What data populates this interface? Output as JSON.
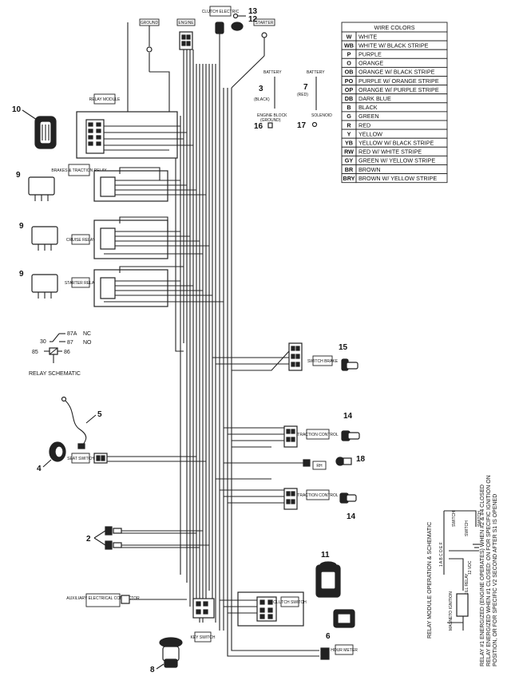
{
  "wire_colors": {
    "title": "WIRE COLORS",
    "rows": [
      {
        "code": "W",
        "name": "WHITE"
      },
      {
        "code": "WB",
        "name": "WHITE W/ BLACK STRIPE"
      },
      {
        "code": "P",
        "name": "PURPLE"
      },
      {
        "code": "O",
        "name": "ORANGE"
      },
      {
        "code": "OB",
        "name": "ORANGE W/ BLACK STRIPE"
      },
      {
        "code": "PO",
        "name": "PURPLE W/ ORANGE STRIPE"
      },
      {
        "code": "OP",
        "name": "ORANGE W/ PURPLE STRIPE"
      },
      {
        "code": "DB",
        "name": "DARK BLUE"
      },
      {
        "code": "B",
        "name": "BLACK"
      },
      {
        "code": "G",
        "name": "GREEN"
      },
      {
        "code": "R",
        "name": "RED"
      },
      {
        "code": "Y",
        "name": "YELLOW"
      },
      {
        "code": "YB",
        "name": "YELLOW W/ BLACK STRIPE"
      },
      {
        "code": "RW",
        "name": "RED W/ WHITE STRIPE"
      },
      {
        "code": "GY",
        "name": "GREEN W/ YELLOW STRIPE"
      },
      {
        "code": "BR",
        "name": "BROWN"
      },
      {
        "code": "BRY",
        "name": "BROWN W/ YELLOW STRIPE"
      }
    ]
  },
  "battery_block": {
    "battery_left": "BATTERY",
    "battery_right": "BATTERY",
    "black_label": "(BLACK)",
    "red_label": "(RED)",
    "engine_block": "ENGINE BLOCK",
    "ground": "(GROUND)",
    "solenoid": "SOLENOID"
  },
  "relay_schematic": {
    "title": "RELAY SCHEMATIC",
    "pin_87a": "87A",
    "nc": "NC",
    "pin_87": "87",
    "no": "NO",
    "pin_30": "30",
    "pin_85": "85",
    "pin_86": "86"
  },
  "callouts": {
    "c2": "2",
    "c3": "3",
    "c4": "4",
    "c5": "5",
    "c6": "6",
    "c7": "7",
    "c8": "8",
    "c9a": "9",
    "c9b": "9",
    "c9c": "9",
    "c10": "10",
    "c11": "11",
    "c12": "12",
    "c13": "13",
    "c14a": "14",
    "c14b": "14",
    "c15": "15",
    "c16": "16",
    "c17": "17",
    "c18": "18"
  },
  "component_tags": {
    "ground": "GROUND",
    "engine": "ENGINE",
    "clutch_electric": "CLUTCH ELECTRIC",
    "starter": "STARTER",
    "relay_module": "RELAY MODULE",
    "brakes_traction_relay": "BRAKES & TRACTION RELAY",
    "cruise_relay": "CRUISE RELAY",
    "starter_relay": "STARTER RELAY",
    "switch_brake": "SWITCH BRAKE",
    "traction_control_1": "TRACTION CONTROL",
    "traction_control_2": "TRACTION CONTROL",
    "rh": "RH",
    "seat_switch": "SEAT SWITCH",
    "auxiliary_connector": "AUXILIARY ELECTRICAL CONNECTOR",
    "clutch_switch": "CLUTCH SWITCH",
    "key_switch": "KEY SWITCH",
    "hour_meter": "HOUR METER"
  },
  "relay_module_panel": {
    "title": "RELAY MODULE OPERATION & SCHEMATIC",
    "line1": "RELAY #1 ENERGIZED (ENGINE OPERATES) WHEN #2 & #4 CLOSED",
    "line2": "RELAY ENERGIZED WHEN #1 CLOSED: ON FOR SPECIFIC IGNITION ON",
    "line3": "POSITION, OR FOR SPECIFIC V2 SECOND AFTER S1 IS OPENED",
    "pins": "1 A B C D E F",
    "magneto": "MAGNETO IGNITION",
    "kill_relay": "KILL RELAY",
    "sw_a": "SWITCH",
    "sw_b": "SWITCH",
    "sw_c": "SWITCH",
    "vdc": "12 VDC"
  }
}
